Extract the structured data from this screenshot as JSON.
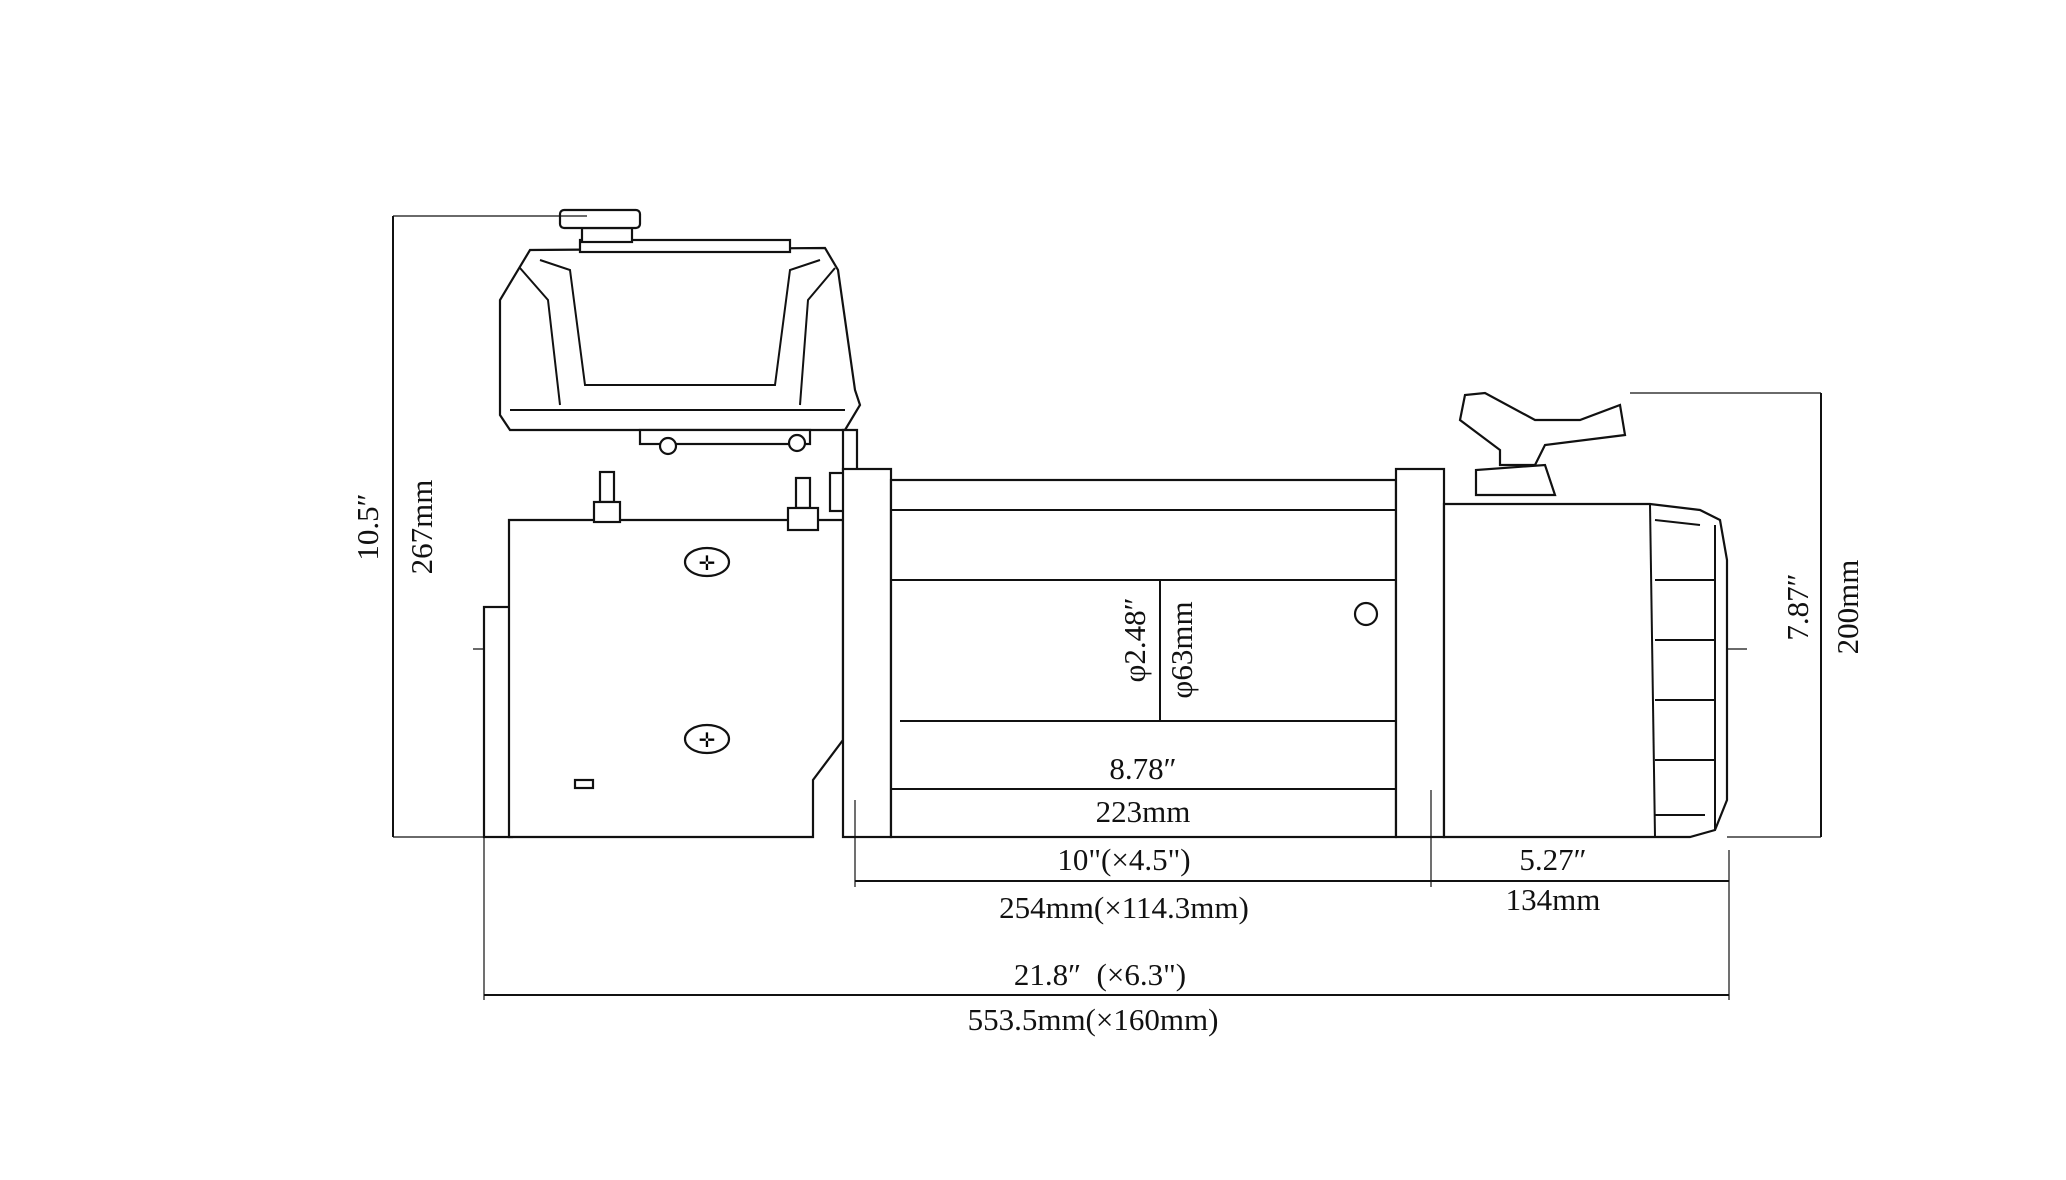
{
  "drawing": {
    "height_in": "10.5″",
    "height_mm": "267mm",
    "gearbox_height_in": "7.87″",
    "gearbox_height_mm": "200mm",
    "drum_diameter_in": "φ2.48″",
    "drum_diameter_mm": "φ63mm",
    "drum_length_in": "8.78″",
    "drum_length_mm": "223mm",
    "mount_spacing_in": "10\"(×4.5\")",
    "mount_spacing_mm": "254mm(×114.3mm)",
    "gearbox_length_in": "5.27″",
    "gearbox_length_mm": "134mm",
    "overall_length_in": "21.8″  (×6.3\")",
    "overall_length_mm": "553.5mm(×160mm)"
  }
}
